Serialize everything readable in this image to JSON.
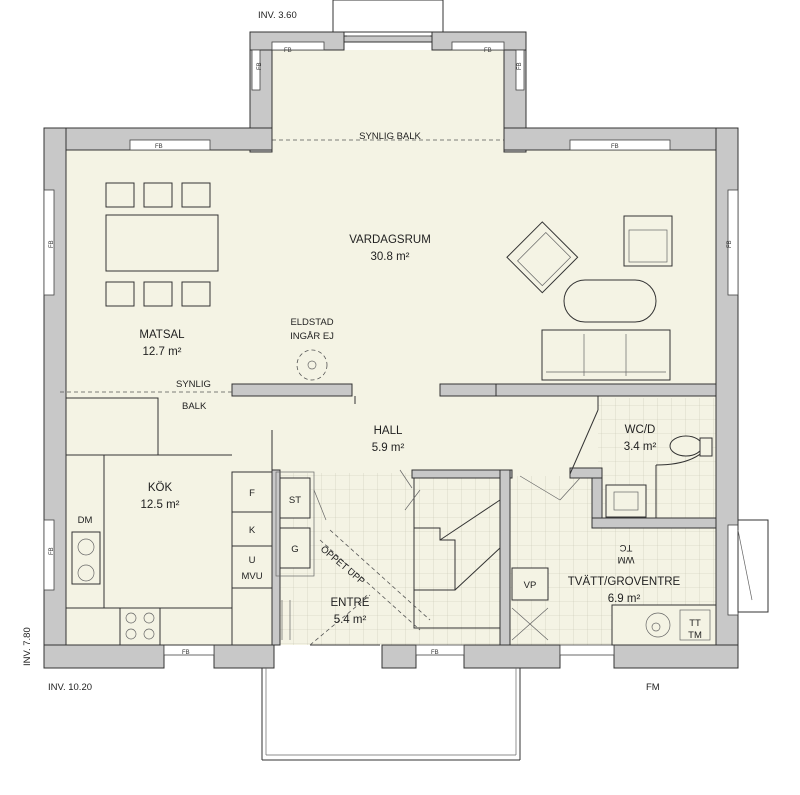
{
  "rooms": {
    "vardagsrum": {
      "name": "VARDAGSRUM",
      "area": "30.8 m²"
    },
    "matsal": {
      "name": "MATSAL",
      "area": "12.7 m²"
    },
    "kok": {
      "name": "KÖK",
      "area": "12.5 m²"
    },
    "hall": {
      "name": "HALL",
      "area": "5.9 m²"
    },
    "wcd": {
      "name": "WC/D",
      "area": "3.4 m²"
    },
    "entre": {
      "name": "ENTRÉ",
      "area": "5.4 m²"
    },
    "tvatt": {
      "name": "TVÄTT/GROVENTRE",
      "area": "6.9 m²"
    }
  },
  "notes": {
    "synlig_balk_top": "SYNLIG BALK",
    "synlig_balk_mid_1": "SYNLIG",
    "synlig_balk_mid_2": "BALK",
    "eldstad_1": "ELDSTAD",
    "eldstad_2": "INGÅR EJ",
    "oppet_upp": "ÖPPET UPP",
    "wm_tc": "TC\nWM"
  },
  "dimensions": {
    "inv_top": "INV.  3.60",
    "inv_left": "INV.  7.80",
    "inv_bottom": "INV.  10.20",
    "fm": "FM"
  },
  "labels": {
    "fb": "FB",
    "dm": "DM",
    "f": "F",
    "k": "K",
    "u": "U",
    "mvu": "MVU",
    "st": "ST",
    "g": "G",
    "vp": "VP",
    "tt": "TT",
    "tm": "TM",
    "wm": "WM",
    "tc": "TC"
  }
}
